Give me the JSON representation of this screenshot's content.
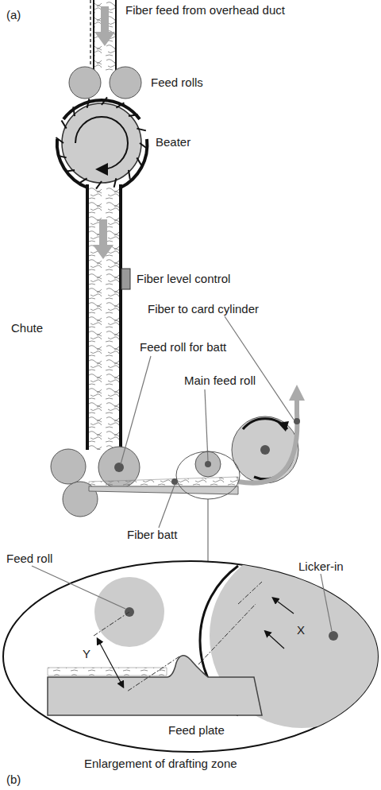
{
  "diagram": {
    "labels": [
      "Fiber feed from overhead duct",
      "(a)",
      "Feed rolls",
      "Beater",
      "Fiber level control",
      "Chute",
      "Fiber to card cylinder",
      "Feed roll for batt",
      "Main feed roll",
      "Fiber batt",
      "Feed roll",
      "Licker-in",
      "Y",
      "X",
      "Feed plate",
      "Enlargement of drafting zone",
      "(b)"
    ]
  }
}
